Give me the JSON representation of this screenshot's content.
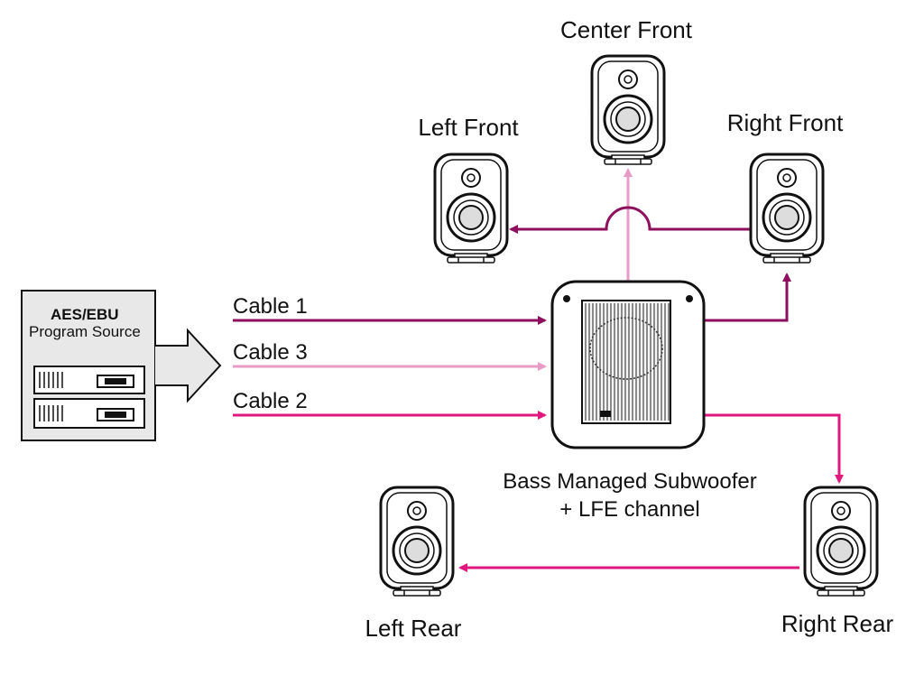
{
  "colors": {
    "dark_magenta": "#8E0F5E",
    "light_pink": "#E89BC6",
    "magenta": "#E0177F",
    "outline": "#111111",
    "source_fill": "#E8E8E8"
  },
  "source": {
    "title": "AES/EBU",
    "subtitle": "Program Source"
  },
  "cables": [
    {
      "label": "Cable 1",
      "color": "#8E0F5E"
    },
    {
      "label": "Cable 3",
      "color": "#E89BC6"
    },
    {
      "label": "Cable 2",
      "color": "#E0177F"
    }
  ],
  "subwoofer": {
    "line1": "Bass Managed Subwoofer",
    "line2": "+ LFE channel"
  },
  "speakers": {
    "center_front": "Center Front",
    "left_front": "Left Front",
    "right_front": "Right Front",
    "left_rear": "Left Rear",
    "right_rear": "Right Rear"
  }
}
